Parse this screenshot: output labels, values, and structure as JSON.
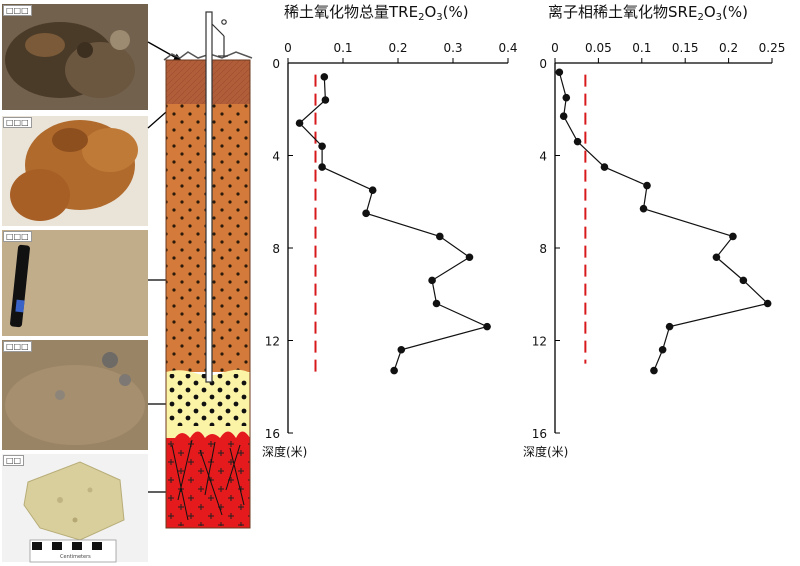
{
  "photos": {
    "labels": [
      "□□□",
      "□□□",
      "□□□",
      "□□□",
      "□□"
    ],
    "scale_bar_text": "Centimeters"
  },
  "colors": {
    "photo_topsoil": "#5c4a35",
    "photo_laterite": "#b06a2c",
    "photo_saprolite": "#b8a27f",
    "photo_semiweathered": "#9a8466",
    "photo_bedrock": "#d8cf9c",
    "soil_top": "#b05d3a",
    "soil_main": "#d47a3a",
    "semi_weathered": "#fbf3a6",
    "bedrock": "#e41a1c",
    "threshold": "#d7191c",
    "profile_line": "#000000"
  },
  "chart_data": [
    {
      "type": "line",
      "title_prefix": "稀土氧化物总量TRE",
      "title_sub": "2",
      "title_mid": "O",
      "title_sub2": "3",
      "title_suffix": "(%)",
      "x_ticks": [
        "0",
        "0.1",
        "0.2",
        "0.3",
        "0.4"
      ],
      "x_tick_values": [
        0,
        0.1,
        0.2,
        0.3,
        0.4
      ],
      "xlim": [
        0,
        0.4
      ],
      "y_ticks": [
        "0",
        "4",
        "8",
        "12",
        "16"
      ],
      "y_tick_values": [
        0,
        4,
        8,
        12,
        16
      ],
      "ylim": [
        0,
        16
      ],
      "ylabel": "深度(米)",
      "threshold_x": 0.05,
      "threshold_depth": [
        0.5,
        13.5
      ],
      "x": [
        0.066,
        0.068,
        0.021,
        0.062,
        0.062,
        0.154,
        0.142,
        0.276,
        0.33,
        0.262,
        0.27,
        0.362,
        0.206,
        0.193
      ],
      "y": [
        0.6,
        1.6,
        2.6,
        3.6,
        4.5,
        5.5,
        6.5,
        7.5,
        8.4,
        9.4,
        10.4,
        11.4,
        12.4,
        13.3
      ]
    },
    {
      "type": "line",
      "title_prefix": "离子相稀土氧化物SRE",
      "title_sub": "2",
      "title_mid": "O",
      "title_sub2": "3",
      "title_suffix": "(%)",
      "x_ticks": [
        "0",
        "0.05",
        "0.1",
        "0.15",
        "0.2",
        "0.25"
      ],
      "x_tick_values": [
        0,
        0.05,
        0.1,
        0.15,
        0.2,
        0.25
      ],
      "xlim": [
        0,
        0.25
      ],
      "y_ticks": [
        "0",
        "4",
        "8",
        "12",
        "16"
      ],
      "y_tick_values": [
        0,
        4,
        8,
        12,
        16
      ],
      "ylim": [
        0,
        16
      ],
      "ylabel": "深度(米)",
      "threshold_x": 0.035,
      "threshold_depth": [
        0.5,
        13.0
      ],
      "x": [
        0.005,
        0.013,
        0.01,
        0.026,
        0.057,
        0.106,
        0.102,
        0.205,
        0.186,
        0.217,
        0.245,
        0.132,
        0.124,
        0.114
      ],
      "y": [
        0.4,
        1.5,
        2.3,
        3.4,
        4.5,
        5.3,
        6.3,
        7.5,
        8.4,
        9.4,
        10.4,
        11.4,
        12.4,
        13.3
      ]
    }
  ]
}
